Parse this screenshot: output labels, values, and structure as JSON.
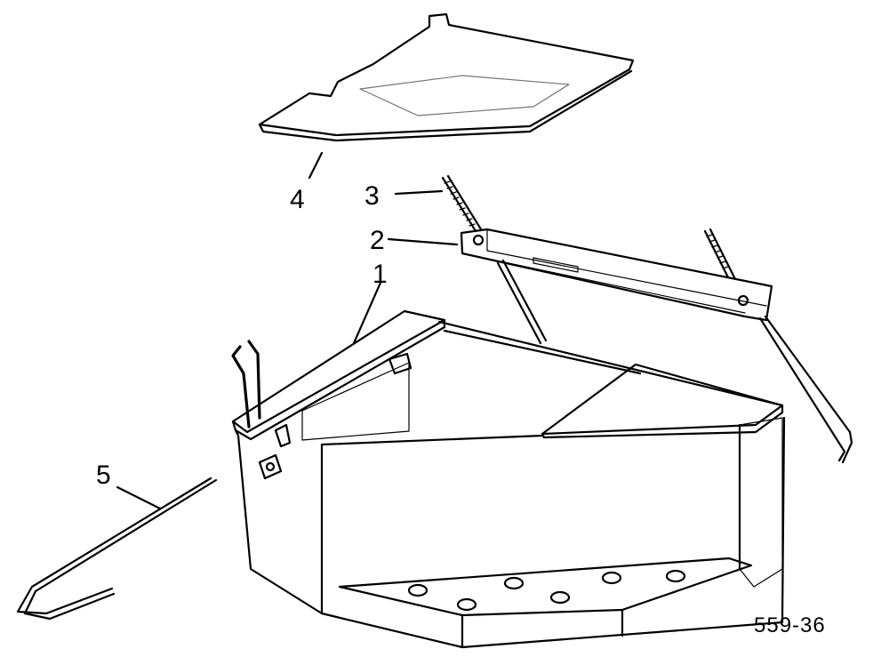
{
  "callouts": {
    "c1": "1",
    "c2": "2",
    "c3": "3",
    "c4": "4",
    "c5": "5"
  },
  "drawing_ref": "559-36"
}
